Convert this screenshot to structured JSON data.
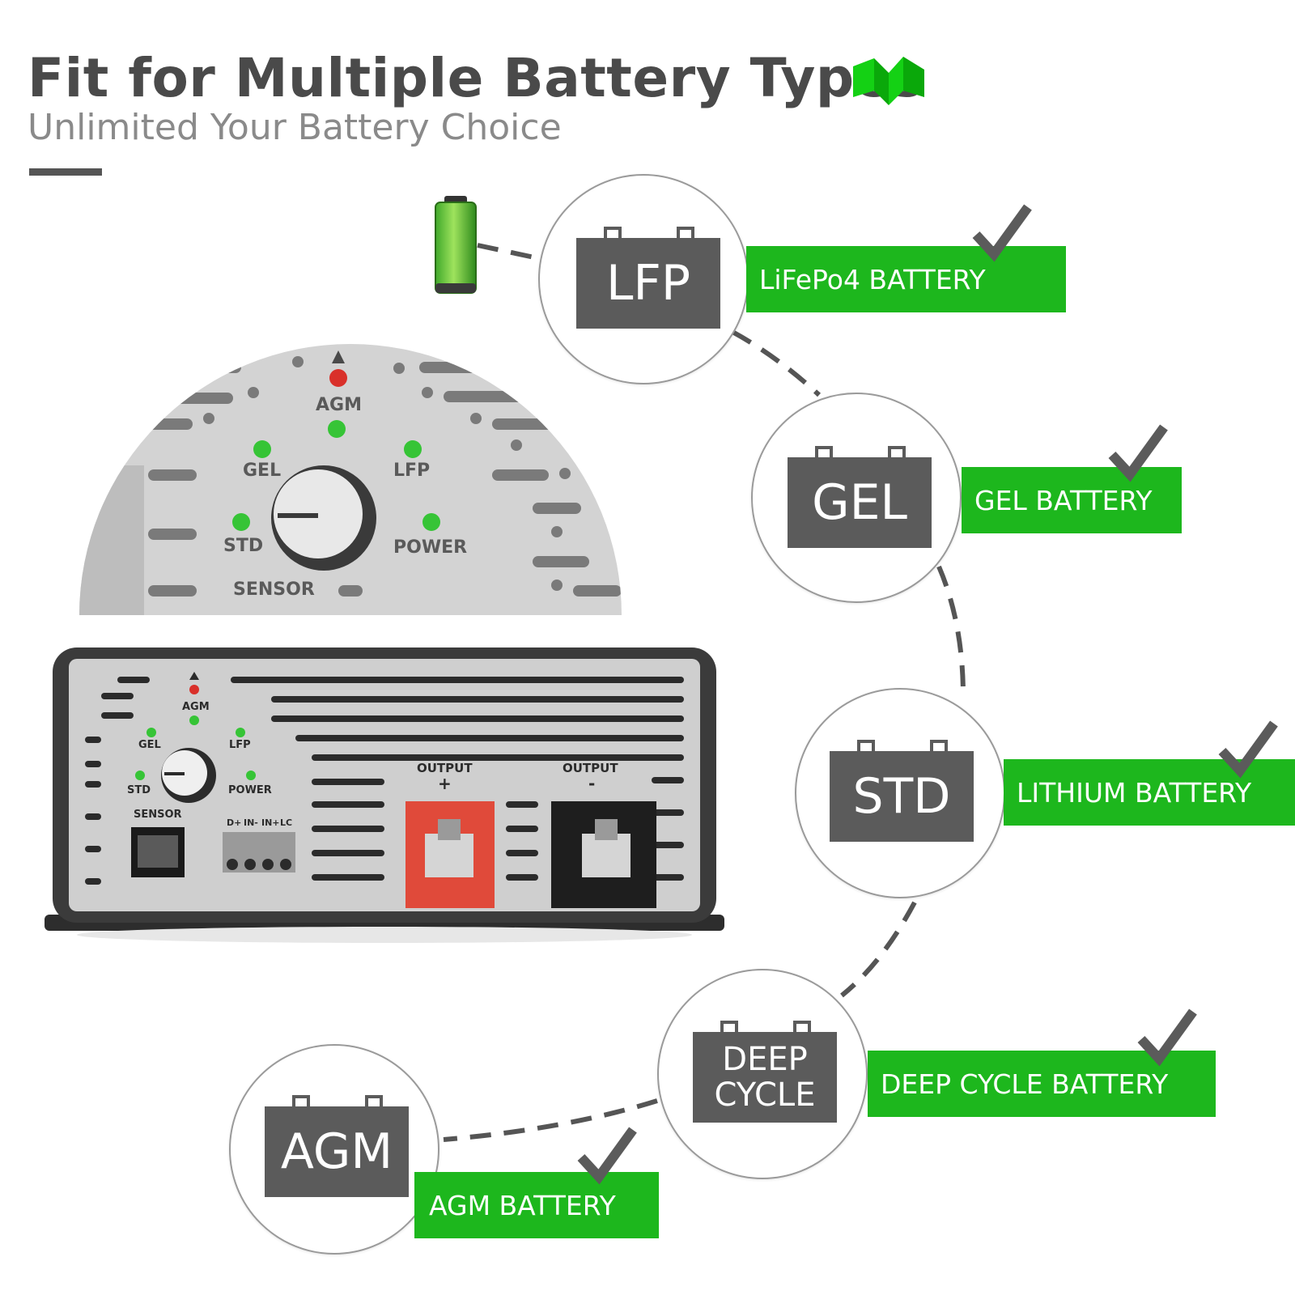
{
  "header": {
    "title": "Fit for Multiple Battery Types",
    "subtitle": "Unlimited Your Battery Choice"
  },
  "brand": {
    "logo_color": "#1db71d"
  },
  "colors": {
    "accent": "#1db71d",
    "battery_body": "#5b5b5b",
    "heading": "#4a4a4a"
  },
  "battery_types": [
    {
      "badge": "LFP",
      "label": "LiFePo4 BATTERY"
    },
    {
      "badge": "GEL",
      "label": "GEL BATTERY"
    },
    {
      "badge": "STD",
      "label": "LITHIUM BATTERY"
    },
    {
      "badge_line1": "DEEP",
      "badge_line2": "CYCLE",
      "label": "DEEP CYCLE BATTERY"
    },
    {
      "badge": "AGM",
      "label": "AGM BATTERY"
    }
  ],
  "device": {
    "panel_labels": {
      "agm": "AGM",
      "gel": "GEL",
      "lfp": "LFP",
      "std": "STD",
      "power": "POWER",
      "sensor": "SENSOR",
      "output_pos": "OUTPUT",
      "output_pos_sign": "+",
      "output_neg": "OUTPUT",
      "output_neg_sign": "-"
    },
    "terminal_labels": [
      "D+",
      "IN-",
      "IN+",
      "LC"
    ]
  }
}
